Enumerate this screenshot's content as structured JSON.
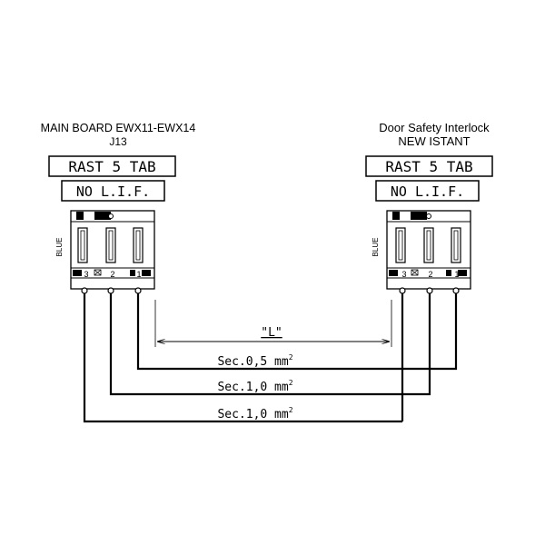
{
  "left_connector": {
    "title_line1": "MAIN BOARD EWX11-EWX14",
    "title_line2": "J13",
    "type_label": "RAST 5 TAB",
    "lif_label": "NO L.I.F.",
    "color_label": "BLUE",
    "pins": [
      "3",
      "2",
      "1"
    ]
  },
  "right_connector": {
    "title_line1": "Door Safety Interlock",
    "title_line2": "NEW ISTANT",
    "type_label": "RAST 5 TAB",
    "lif_label": "NO L.I.F.",
    "color_label": "BLUE",
    "pins": [
      "3",
      "2",
      "1"
    ]
  },
  "length_label": "\"L\"",
  "wires": [
    {
      "label": "Sec.0,5 mm",
      "sup": "2"
    },
    {
      "label": "Sec.1,0 mm",
      "sup": "2"
    },
    {
      "label": "Sec.1,0 mm",
      "sup": "2"
    }
  ]
}
